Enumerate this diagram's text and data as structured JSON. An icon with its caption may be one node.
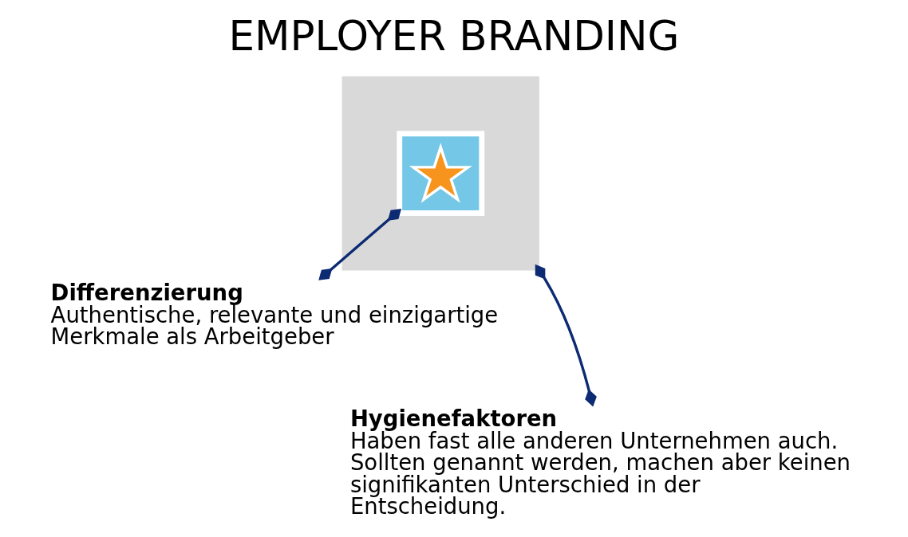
{
  "diagram": {
    "title": "EMPLOYER BRANDING",
    "nodes": [
      {
        "text": [],
        "shape": "box"
      },
      {
        "text": [],
        "shape": "box",
        "in": 0
      },
      {
        "text": [],
        "shape": "star",
        "in": 1
      },
      {
        "text": [
          "Differenzierung",
          "Authentische, relevante und einzigartige Merkmale als Arbeitgeber"
        ]
      },
      {
        "text": [
          "Hygienefaktoren",
          "Haben fast alle anderen Unternehmen auch. Sollten genannt werden, machen aber keinen signifikanten Unterschied in der Entscheidung."
        ]
      }
    ],
    "edges": [
      {
        "from": 3,
        "to": 1,
        "arrow": "other"
      },
      {
        "from": 4,
        "to": 0,
        "arrow": "other"
      }
    ]
  }
}
